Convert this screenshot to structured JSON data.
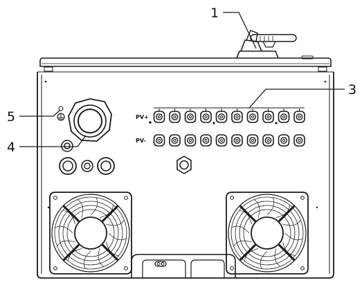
{
  "callouts": [
    {
      "id": "1",
      "label": "1"
    },
    {
      "id": "3",
      "label": "3"
    },
    {
      "id": "4",
      "label": "4"
    },
    {
      "id": "5",
      "label": "5"
    }
  ],
  "pv_rows": {
    "positive": {
      "label": "PV+",
      "connector_count": 10
    },
    "negative": {
      "label": "PV-",
      "connector_count": 10
    }
  },
  "icons": {
    "ground": "ground-symbol-icon",
    "fan": "cooling-fan-icon",
    "antenna": "wifi-dongle-icon",
    "gland": "cable-gland-icon",
    "connector": "pv-connector-icon"
  },
  "colors": {
    "line": "#1a1a1a",
    "background": "#ffffff"
  }
}
